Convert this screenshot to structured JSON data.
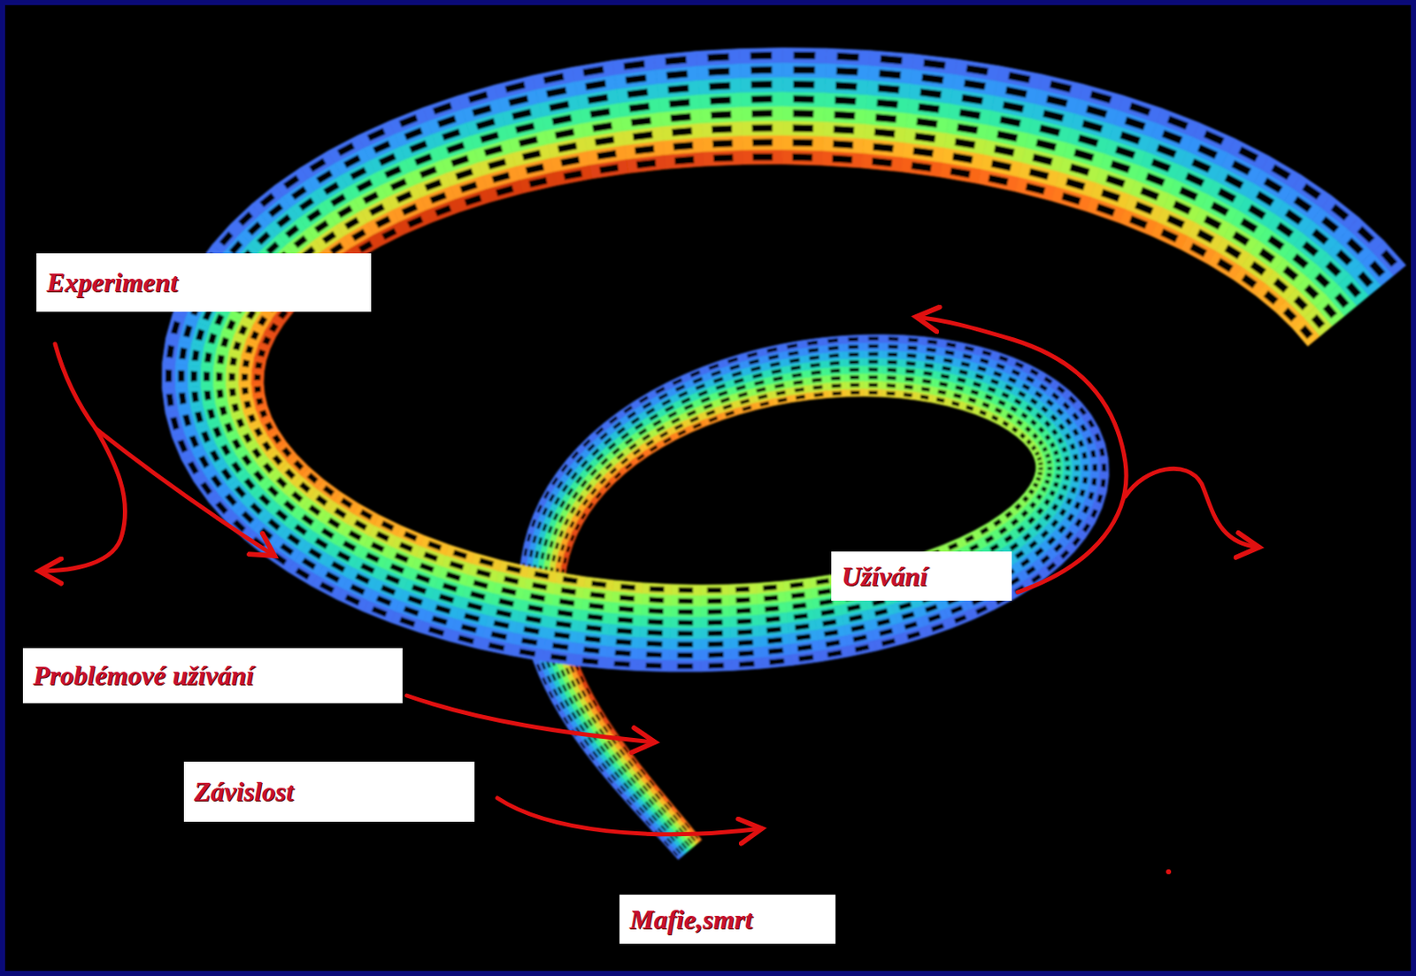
{
  "diagram": {
    "nodes": [
      {
        "text": [
          "Experiment"
        ]
      },
      {
        "text": [
          "Užívání"
        ]
      },
      {
        "text": [
          "Problémové užívání"
        ]
      },
      {
        "text": [
          "Závislost"
        ]
      },
      {
        "text": [
          "Mafie,smrt"
        ]
      }
    ]
  }
}
